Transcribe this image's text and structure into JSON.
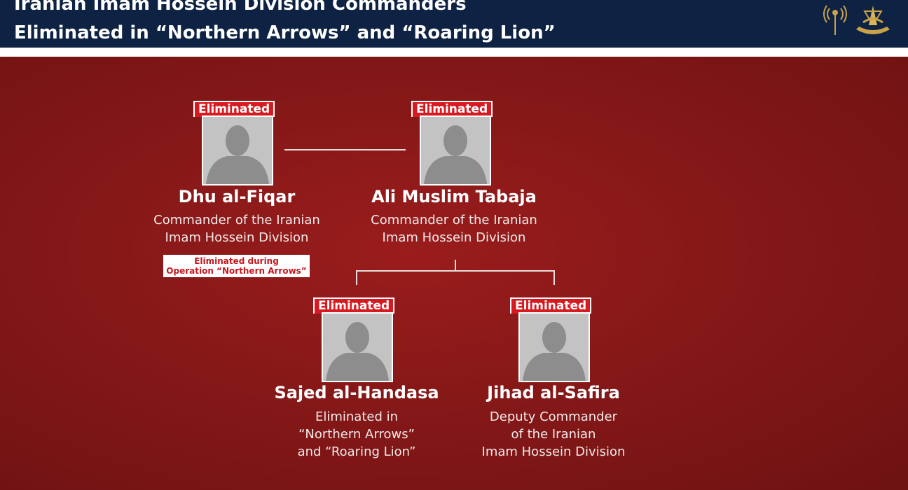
{
  "header": {
    "title_line1": "Iranian Imam Hossein Division Commanders",
    "title_line2": "Eliminated in “Northern Arrows” and “Roaring Lion”",
    "logos": [
      "intelligence-antenna-emblem",
      "idf-emblem"
    ]
  },
  "colors": {
    "header_bg": "#0e2243",
    "background": "#861818",
    "badge": "#d71920"
  },
  "people": [
    {
      "badge": "Eliminated",
      "name": "Dhu al-Fiqar",
      "role_line1": "Commander of the Iranian",
      "role_line2": "Imam Hossein Division",
      "role_line3": "",
      "note_line1": "Eliminated during",
      "note_line2": "Operation “Northern Arrows”"
    },
    {
      "badge": "Eliminated",
      "name": "Ali Muslim Tabaja",
      "role_line1": "Commander of the Iranian",
      "role_line2": "Imam Hossein Division",
      "role_line3": ""
    },
    {
      "badge": "Eliminated",
      "name": "Sajed al-Handasa",
      "role_line1": "Eliminated in",
      "role_line2": "“Northern Arrows”",
      "role_line3": "and “Roaring Lion”"
    },
    {
      "badge": "Eliminated",
      "name": "Jihad al-Safira",
      "role_line1": "Deputy Commander",
      "role_line2": "of the Iranian",
      "role_line3": "Imam Hossein Division"
    }
  ]
}
